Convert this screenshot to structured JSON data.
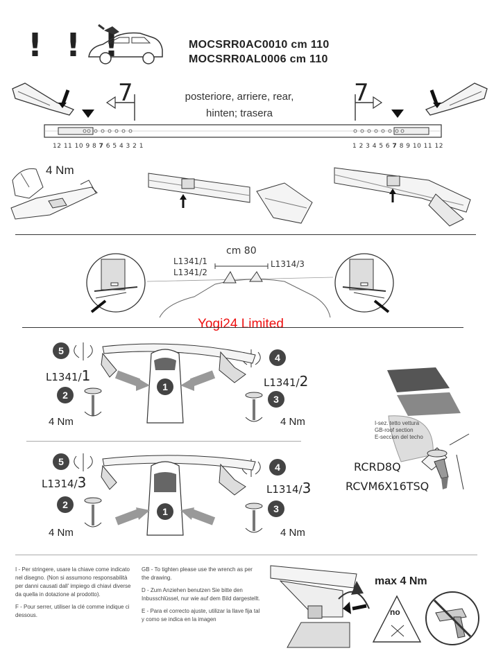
{
  "header": {
    "exclamation": "! ! !",
    "code1": "MOCSRR0AC0010 cm 110",
    "code2": "MOCSRR0AL0006 cm 110"
  },
  "rail": {
    "rear_label_line1": "posteriore, arriere, rear,",
    "rear_label_line2": "hinten; trasera",
    "position_left": "7",
    "position_right": "7",
    "left_numbers": "12 11 10 9 8",
    "left_bold": "7",
    "left_numbers_rest": "6 5 4 3 2 1",
    "right_numbers": "1 2 3 4 5 6",
    "right_bold": "7",
    "right_numbers_rest": "8 9 10 11 12"
  },
  "torque_top": "4 Nm",
  "section2": {
    "distance": "cm 80",
    "left_ref1": "L1341/1",
    "left_ref2": "L1341/2",
    "right_ref": "L1314/3"
  },
  "watermark": "Yogi24 Limited",
  "assembly1": {
    "step5": "5",
    "step4": "4",
    "step1": "1",
    "step2": "2",
    "step3": "3",
    "left_part": "L1341/",
    "left_part_num": "1",
    "right_part": "L1341/",
    "right_part_num": "2",
    "left_torque": "4 Nm",
    "right_torque": "4 Nm"
  },
  "assembly2": {
    "step5": "5",
    "step4": "4",
    "step1": "1",
    "step2": "2",
    "step3": "3",
    "left_part": "L1314/",
    "left_part_num": "3",
    "right_part": "L1314/",
    "right_part_num": "3",
    "left_torque": "4 Nm",
    "right_torque": "4 Nm"
  },
  "roof_section": {
    "line1": "I-sez. tetto vettura",
    "line2": "GB-roof section",
    "line3": "E-seccion del techo",
    "code1": "RCRD8Q",
    "code2": "RCVM6X16TSQ"
  },
  "notes": {
    "i_text": "I - Per stringere, usare la chiave come indicato nel disegno. (Non si assumono responsabilità per danni causati dall' impiego di chiavi diverse da quella in dotazione al prodotto).",
    "f_text": "F - Pour serrer, utiliser la clé comme indique ci dessous.",
    "gb_text": "GB - To tighten please use the wrench as per the drawing.",
    "d_text": "D - Zum Anziehen benutzen Sie bitte den Inbusschlüssel, nur wie auf dem Bild dargestellt.",
    "e_text": "E - Para el correcto ajuste, utilizar la llave fija tal y como se indica en la imagen"
  },
  "torque_box": {
    "max": "max 4 Nm",
    "no": "no"
  }
}
